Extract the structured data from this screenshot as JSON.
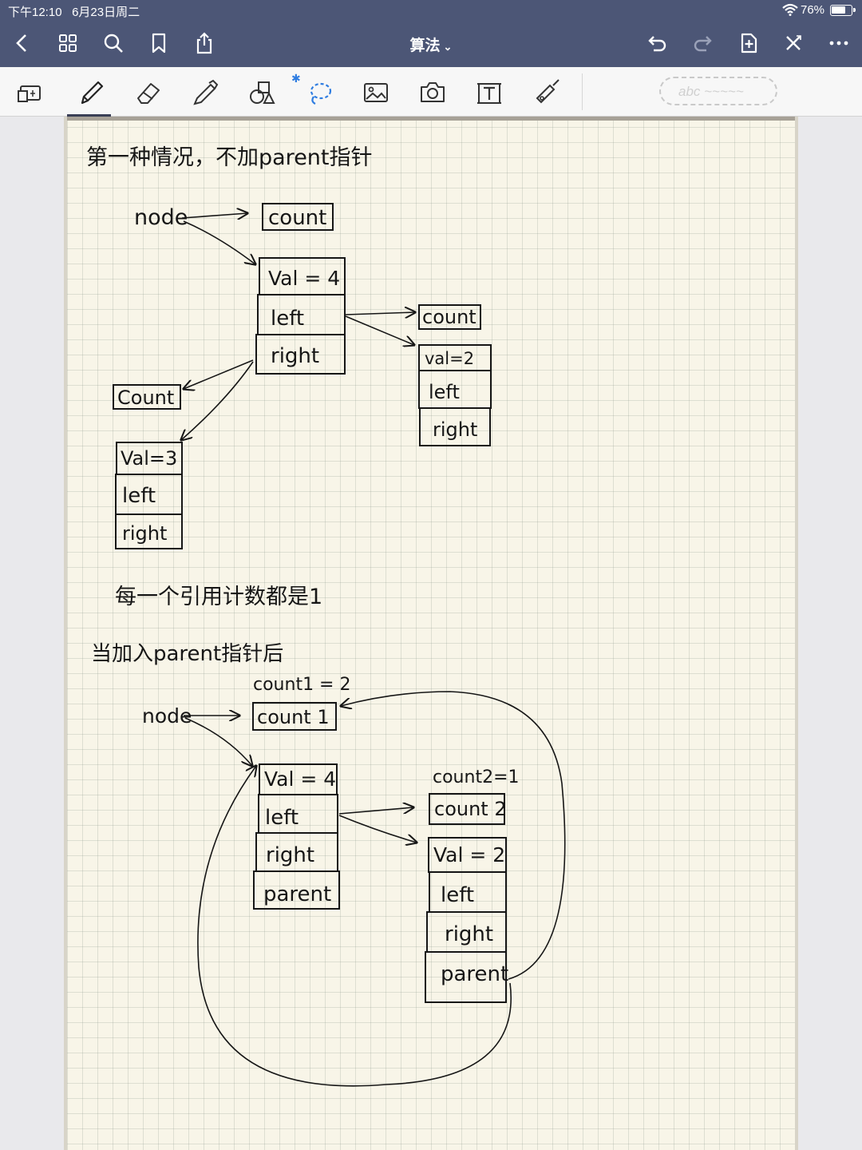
{
  "status_bar": {
    "time": "下午12:10",
    "date": "6月23日周二",
    "battery": "76%",
    "battery_level": 0.76
  },
  "nav": {
    "title": "算法",
    "icons": [
      "back-icon",
      "thumbnails-icon",
      "search-icon",
      "bookmark-icon",
      "share-icon",
      "undo-icon",
      "redo-icon",
      "add-page-icon",
      "close-icon",
      "more-icon"
    ]
  },
  "toolbar": {
    "tools": [
      "zoom-window-icon",
      "pen-icon",
      "eraser-icon",
      "highlighter-icon",
      "shapes-icon",
      "lasso-icon",
      "image-icon",
      "camera-icon",
      "text-icon",
      "laser-pointer-icon"
    ],
    "text_stamp_placeholder": "abc ~~~~~",
    "active_tool": "pen"
  },
  "note": {
    "heading1": "第一种情况，不加parent指针",
    "d1": {
      "node_label": "node",
      "count_top": "count",
      "root": [
        "Val = 4",
        "left",
        "right"
      ],
      "right_child_count": "count",
      "right_child": [
        "val=2",
        "left",
        "right"
      ],
      "left_child_count": "Count",
      "left_child": [
        "Val=3",
        "left",
        "right"
      ]
    },
    "remark": "每一个引用计数都是1",
    "heading2": "当加入parent指针后",
    "d2": {
      "count1_value": "count1 = 2",
      "node_label": "node",
      "count1": "count 1",
      "root": [
        "Val = 4",
        "left",
        "right",
        "parent"
      ],
      "count2_value": "count2=1",
      "count2": "count 2",
      "child": [
        "Val = 2",
        "left",
        "right",
        "parent"
      ]
    }
  }
}
